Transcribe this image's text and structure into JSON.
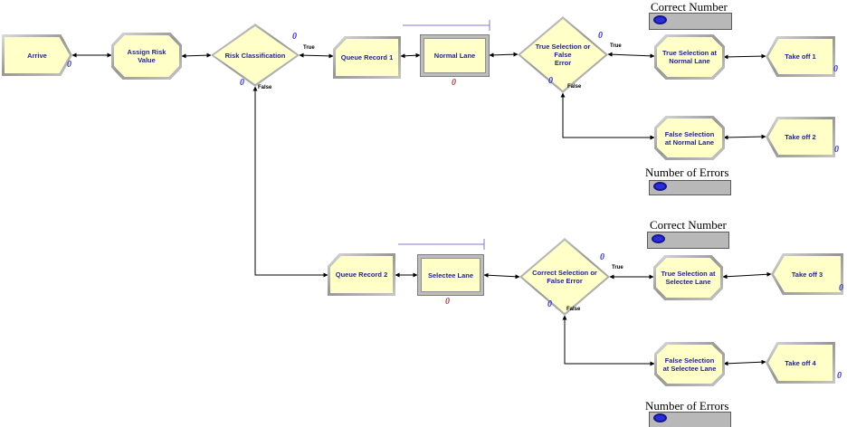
{
  "diagram_type": "arena-simulation-flowchart",
  "colors": {
    "module_fill": "#ffffc8",
    "module_border": "#9c9c9c",
    "module_text": "#1f1f9e",
    "count_blue": "#3838d8",
    "count_red": "#b04848",
    "queue_line": "#7b7bcc",
    "connector": "#000000",
    "variable_box": "#b8b8b8",
    "variable_oval": "#2d2de0"
  },
  "modules": {
    "arrive": {
      "label": "Arrive",
      "count": "0"
    },
    "assign_risk_value": {
      "label": "Assign Risk\nValue"
    },
    "risk_classification": {
      "label": "Risk Classification",
      "true_label": "True",
      "false_label": "False",
      "true_count": "0",
      "false_count": "0"
    },
    "queue_record_1": {
      "label": "Queue Record 1"
    },
    "normal_lane": {
      "label": "Normal Lane",
      "wip_count": "0"
    },
    "decide_normal": {
      "label": "True Selection or False\nError",
      "true_label": "True",
      "false_label": "False",
      "true_count": "0",
      "false_count": "0"
    },
    "true_selection_normal": {
      "label": "True Selection at\nNormal Lane"
    },
    "take_off_1": {
      "label": "Take off 1",
      "count": "0"
    },
    "false_selection_normal": {
      "label": "False Selection\nat Normal Lane"
    },
    "take_off_2": {
      "label": "Take off 2",
      "count": "0"
    },
    "queue_record_2": {
      "label": "Queue Record 2"
    },
    "selectee_lane": {
      "label": "Selectee Lane",
      "wip_count": "0"
    },
    "decide_selectee": {
      "label": "Correct Selection or\nFalse Error",
      "true_label": "True",
      "false_label": "False",
      "true_count": "0",
      "false_count": "0"
    },
    "true_selection_selectee": {
      "label": "True Selection at\nSelectee Lane"
    },
    "take_off_3": {
      "label": "Take off 3",
      "count": "0"
    },
    "false_selection_selectee": {
      "label": "False Selection\nat Selectee Lane"
    },
    "take_off_4": {
      "label": "Take off 4",
      "count": "0"
    }
  },
  "variables": {
    "correct_number_top": {
      "label": "Correct Number"
    },
    "number_of_errors_top": {
      "label": "Number of Errors"
    },
    "correct_number_bottom": {
      "label": "Correct Number"
    },
    "number_of_errors_bottom": {
      "label": "Number of Errors"
    }
  }
}
